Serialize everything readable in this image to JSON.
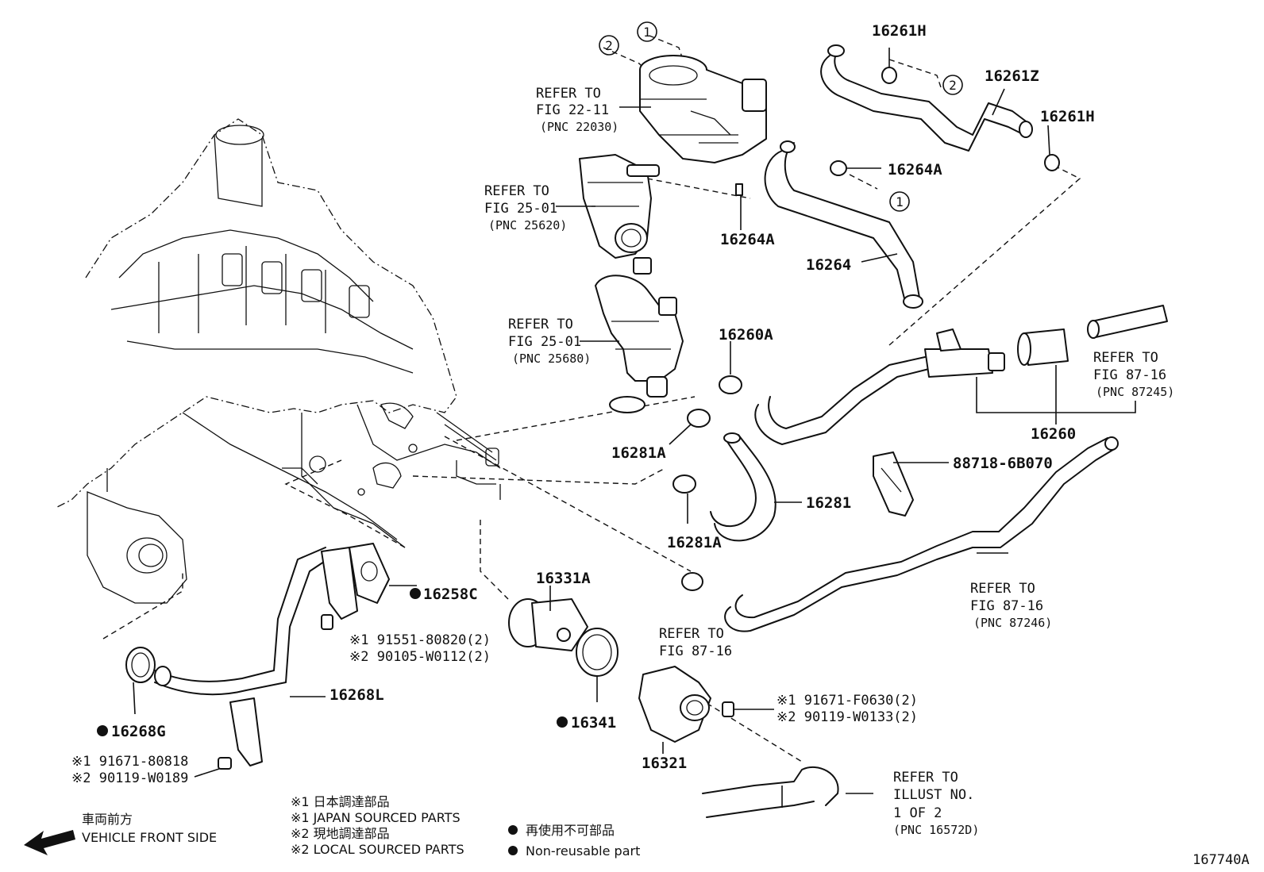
{
  "labels": {
    "p16261H_top": "16261H",
    "p16261Z": "16261Z",
    "p16261H_right": "16261H",
    "p16264A_right": "16264A",
    "p16264A_mid": "16264A",
    "p16264": "16264",
    "p16260A": "16260A",
    "p16260": "16260",
    "p16281A_upper": "16281A",
    "p16281A_lower": "16281A",
    "p16281": "16281",
    "p88718": "88718-6B070",
    "p16331A": "16331A",
    "p16258C": "16258C",
    "p16268L": "16268L",
    "p16268G": "16268G",
    "p16341": "16341",
    "p16321": "16321"
  },
  "refs": {
    "throttle": [
      "REFER TO",
      "FIG 22-11",
      "(PNC 22030)"
    ],
    "egr_upper": [
      "REFER TO",
      "FIG 25-01",
      "(PNC 25620)"
    ],
    "egr_lower": [
      "REFER TO",
      "FIG 25-01",
      "(PNC 25680)"
    ],
    "heater_outlet": [
      "REFER TO",
      "FIG 87-16",
      "(PNC 87245)"
    ],
    "heater_inlet": [
      "REFER TO",
      "FIG 87-16",
      "(PNC 87246)"
    ],
    "hose_mid": [
      "REFER TO",
      "FIG 87-16"
    ],
    "illust": [
      "REFER TO",
      "ILLUST NO.",
      "1 OF 2",
      "(PNC 16572D)"
    ]
  },
  "callouts": {
    "c1": "1",
    "c2": "2"
  },
  "bolts": {
    "b1_1": "※1  91551-80820(2)",
    "b1_2": "※2  90105-W0112(2)",
    "b2_1": "※1  91671-F0630(2)",
    "b2_2": "※2  90119-W0133(2)",
    "b3_1": "※1  91671-80818",
    "b3_2": "※2  90119-W0189"
  },
  "legend": {
    "l1": "※1  日本調達部品",
    "l2": "※1  JAPAN SOURCED PARTS",
    "l3": "※2  現地調達部品",
    "l4": "※2  LOCAL SOURCED PARTS",
    "non_reusable_jp": "再使用不可部品",
    "non_reusable_en": "Non-reusable part"
  },
  "direction": {
    "jp": "車両前方",
    "en": "VEHICLE FRONT SIDE"
  },
  "figure_id": "167740A"
}
